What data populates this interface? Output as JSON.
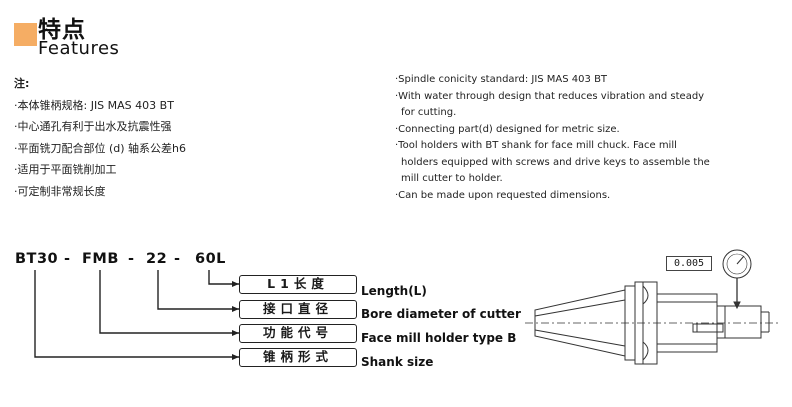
{
  "colors": {
    "accent": "#f5ad64"
  },
  "header": {
    "title_cn": "特点",
    "title_en": "Features"
  },
  "left_notes": {
    "heading": "注:",
    "items": [
      "·本体锥柄规格: JIS MAS 403 BT",
      "·中心通孔有利于出水及抗震性强",
      "·平面铣刀配合部位 (d) 轴系公差h6",
      "·适用于平面铣削加工",
      "·可定制非常规长度"
    ]
  },
  "right_notes": {
    "items": [
      {
        "first": "·Spindle conicity standard: JIS MAS 403 BT",
        "rest": []
      },
      {
        "first": "·With water through design that reduces vibration and steady",
        "rest": [
          "for cutting."
        ]
      },
      {
        "first": "·Connecting part(d) designed for metric size.",
        "rest": []
      },
      {
        "first": "·Tool holders with BT shank for face mill chuck. Face mill",
        "rest": [
          "holders equipped with screws and drive keys to assemble the",
          "mill cutter to holder."
        ]
      },
      {
        "first": "·Can be made upon requested dimensions.",
        "rest": []
      }
    ]
  },
  "code": {
    "part1": "BT30",
    "sep1": "-",
    "part2": "FMB",
    "sep2": "-",
    "part3": "22",
    "sep3": "-",
    "part4": "60L"
  },
  "legend": [
    {
      "cn": "L1长度",
      "en": "Length(L)"
    },
    {
      "cn": "接口直径",
      "en": "Bore diameter of cutter"
    },
    {
      "cn": "功能代号",
      "en": "Face mill holder type B"
    },
    {
      "cn": "锥柄形式",
      "en": "Shank size"
    }
  ],
  "drawing": {
    "tolerance": "0.005",
    "icon": "dial-indicator-icon"
  }
}
